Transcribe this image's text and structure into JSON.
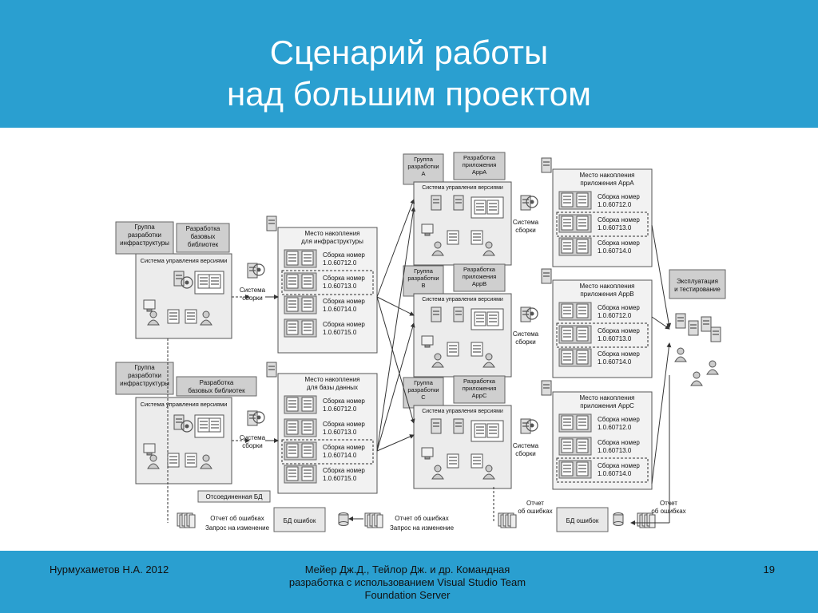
{
  "slide": {
    "title_line1": "Сценарий работы",
    "title_line2": "над большим проектом",
    "author": "Нурмухаметов Н.А. 2012",
    "citation_line1": "Мейер Дж.Д., Тейлор Дж. и др. Командная",
    "citation_line2": "разработка с использованием Visual Studio Team",
    "citation_line3": "Foundation Server",
    "page_number": "19"
  },
  "diagram": {
    "infra_group_label": [
      "Группа",
      "разработки",
      "инфраструктуры"
    ],
    "base_libs_top_label": [
      "Разработка",
      "базовых",
      "библиотек"
    ],
    "base_libs_bottom_label": [
      "Разработка",
      "базовых библиотек"
    ],
    "vcs_label": "Система управления версиями",
    "build_system_label": [
      "Система",
      "сборки"
    ],
    "infra_drop_title": [
      "Место накопления",
      "для инфраструктуры"
    ],
    "db_drop_title": [
      "Место накопления",
      "для базы данных"
    ],
    "build_prefix": "Сборка номер",
    "builds_four": [
      "1.0.60712.0",
      "1.0.60713.0",
      "1.0.60714.0",
      "1.0.60715.0"
    ],
    "builds_three": [
      "1.0.60712.0",
      "1.0.60713.0",
      "1.0.60714.0"
    ],
    "app_teams": [
      {
        "group": [
          "Группа",
          "разработки",
          "A"
        ],
        "dev": [
          "Разработка",
          "приложения",
          "AppA"
        ],
        "drop": [
          "Место накопления",
          "приложения AppA"
        ]
      },
      {
        "group": [
          "Группа",
          "разработки",
          "B"
        ],
        "dev": [
          "Разработка",
          "приложения",
          "AppB"
        ],
        "drop": [
          "Место накопления",
          "приложения AppB"
        ]
      },
      {
        "group": [
          "Группа",
          "разработки",
          "C"
        ],
        "dev": [
          "Разработка",
          "приложения",
          "AppC"
        ],
        "drop": [
          "Место накопления",
          "приложения AppC"
        ]
      }
    ],
    "ops_label": [
      "Эксплуатация",
      "и тестирование"
    ],
    "disconnected_db": "Отсоединенная БД",
    "bug_db": "БД ошибок",
    "bug_report": "Отчет об ошибках",
    "change_request": "Запрос на изменение",
    "bug_report_split": [
      "Отчет",
      "об ошибках"
    ]
  }
}
